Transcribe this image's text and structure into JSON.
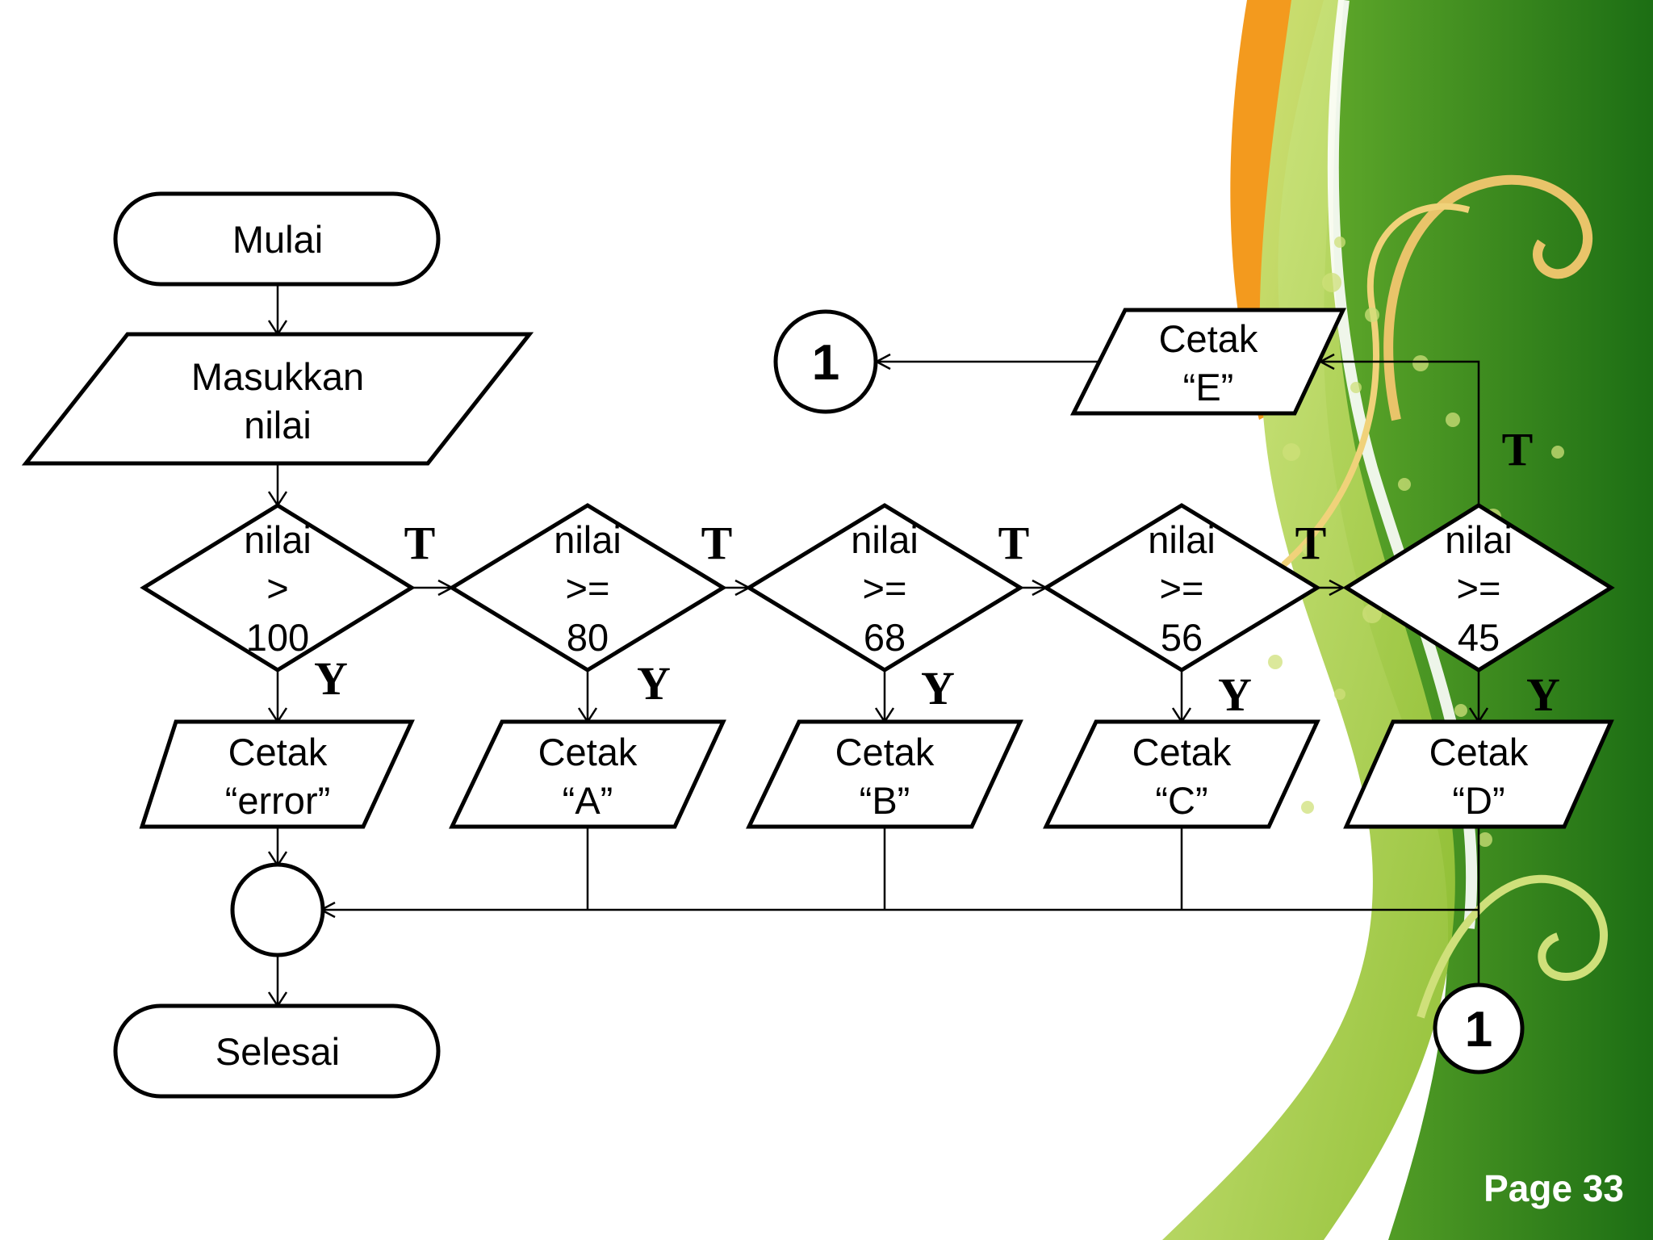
{
  "nodes": {
    "start": "Mulai",
    "input": [
      "Masukkan",
      "nilai"
    ],
    "end": "Selesai",
    "decisions": [
      [
        "nilai",
        ">",
        "100"
      ],
      [
        "nilai",
        ">=",
        "80"
      ],
      [
        "nilai",
        ">=",
        "68"
      ],
      [
        "nilai",
        ">=",
        "56"
      ],
      [
        "nilai",
        ">=",
        "45"
      ]
    ],
    "outputs": [
      [
        "Cetak",
        "“error”"
      ],
      [
        "Cetak",
        "“A”"
      ],
      [
        "Cetak",
        "“B”"
      ],
      [
        "Cetak",
        "“C”"
      ],
      [
        "Cetak",
        "“D”"
      ]
    ],
    "output_e": [
      "Cetak",
      "“E”"
    ],
    "connector": "1"
  },
  "branch_labels": {
    "no": "T",
    "yes": "Y"
  },
  "footer": {
    "page": "Page 33"
  },
  "colors": {
    "green_dark": "#1f7a17",
    "green_light": "#a6cb3a",
    "orange": "#f39a1e",
    "gold": "#e9c46a"
  }
}
